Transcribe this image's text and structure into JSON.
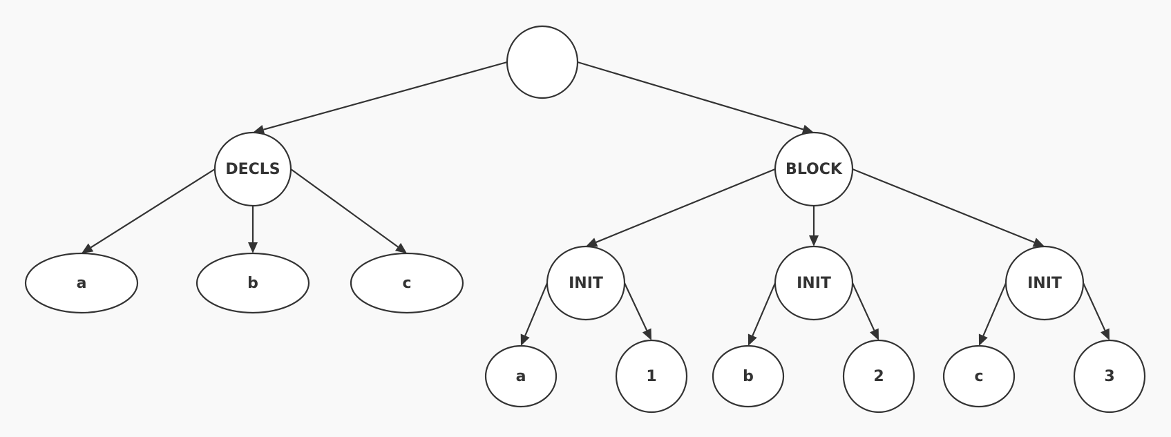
{
  "diagram": {
    "type": "tree",
    "colors": {
      "background": "#f9f9f9",
      "node_fill": "#ffffff",
      "stroke": "#333333",
      "text": "#333333"
    },
    "nodes": [
      {
        "id": "root",
        "label": ""
      },
      {
        "id": "decls",
        "label": "DECLS"
      },
      {
        "id": "block",
        "label": "BLOCK"
      },
      {
        "id": "decl-a",
        "label": "a"
      },
      {
        "id": "decl-b",
        "label": "b"
      },
      {
        "id": "decl-c",
        "label": "c"
      },
      {
        "id": "init-1",
        "label": "INIT"
      },
      {
        "id": "init-2",
        "label": "INIT"
      },
      {
        "id": "init-3",
        "label": "INIT"
      },
      {
        "id": "init1-a",
        "label": "a"
      },
      {
        "id": "init1-1",
        "label": "1"
      },
      {
        "id": "init2-b",
        "label": "b"
      },
      {
        "id": "init2-2",
        "label": "2"
      },
      {
        "id": "init3-c",
        "label": "c"
      },
      {
        "id": "init3-3",
        "label": "3"
      }
    ],
    "edges": [
      {
        "from": "root",
        "to": "decls"
      },
      {
        "from": "root",
        "to": "block"
      },
      {
        "from": "decls",
        "to": "decl-a"
      },
      {
        "from": "decls",
        "to": "decl-b"
      },
      {
        "from": "decls",
        "to": "decl-c"
      },
      {
        "from": "block",
        "to": "init-1"
      },
      {
        "from": "block",
        "to": "init-2"
      },
      {
        "from": "block",
        "to": "init-3"
      },
      {
        "from": "init-1",
        "to": "init1-a"
      },
      {
        "from": "init-1",
        "to": "init1-1"
      },
      {
        "from": "init-2",
        "to": "init2-b"
      },
      {
        "from": "init-2",
        "to": "init2-2"
      },
      {
        "from": "init-3",
        "to": "init3-c"
      },
      {
        "from": "init-3",
        "to": "init3-3"
      }
    ]
  }
}
